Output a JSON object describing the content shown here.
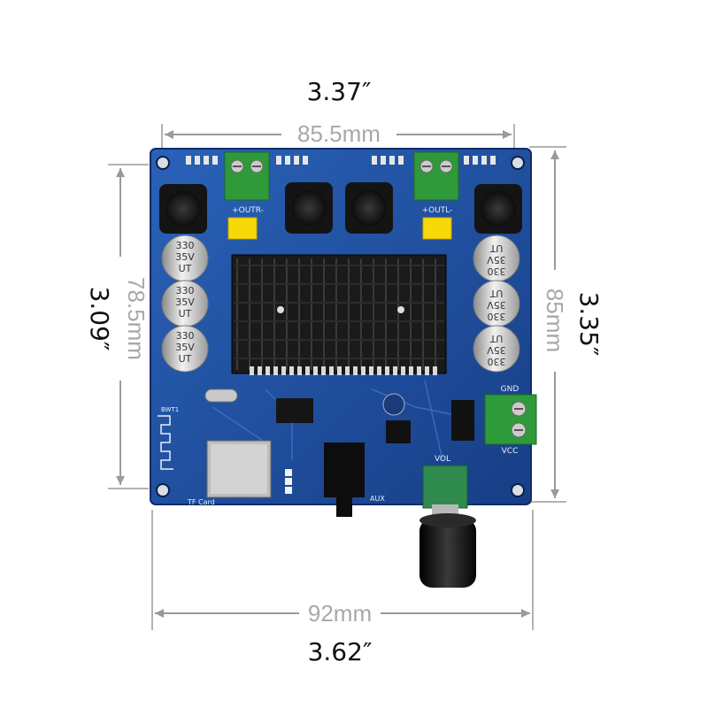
{
  "dimensions": {
    "top_inches": "3.37″",
    "top_mm": "85.5mm",
    "left_inches": "3.09″",
    "left_mm": "78.5mm",
    "right_inches": "3.35″",
    "right_mm": "85mm",
    "bottom_mm": "92mm",
    "bottom_inches": "3.62″"
  },
  "board": {
    "label_out_right": "+OUTR-",
    "label_out_left": "+OUTL-",
    "label_gnd": "GND",
    "label_vcc": "VCC",
    "label_vol": "VOL",
    "label_aux": "AUX",
    "label_tf_card": "TF Card",
    "label_wifi": "BWT1",
    "cap_rating": "330",
    "cap_voltage": "35V",
    "cap_series": "UT"
  },
  "colors": {
    "pcb": "#1f4fa0",
    "terminal": "#2e9a3a",
    "heatsink": "#1a1a1a",
    "dimension_line": "#9a9a9a"
  }
}
